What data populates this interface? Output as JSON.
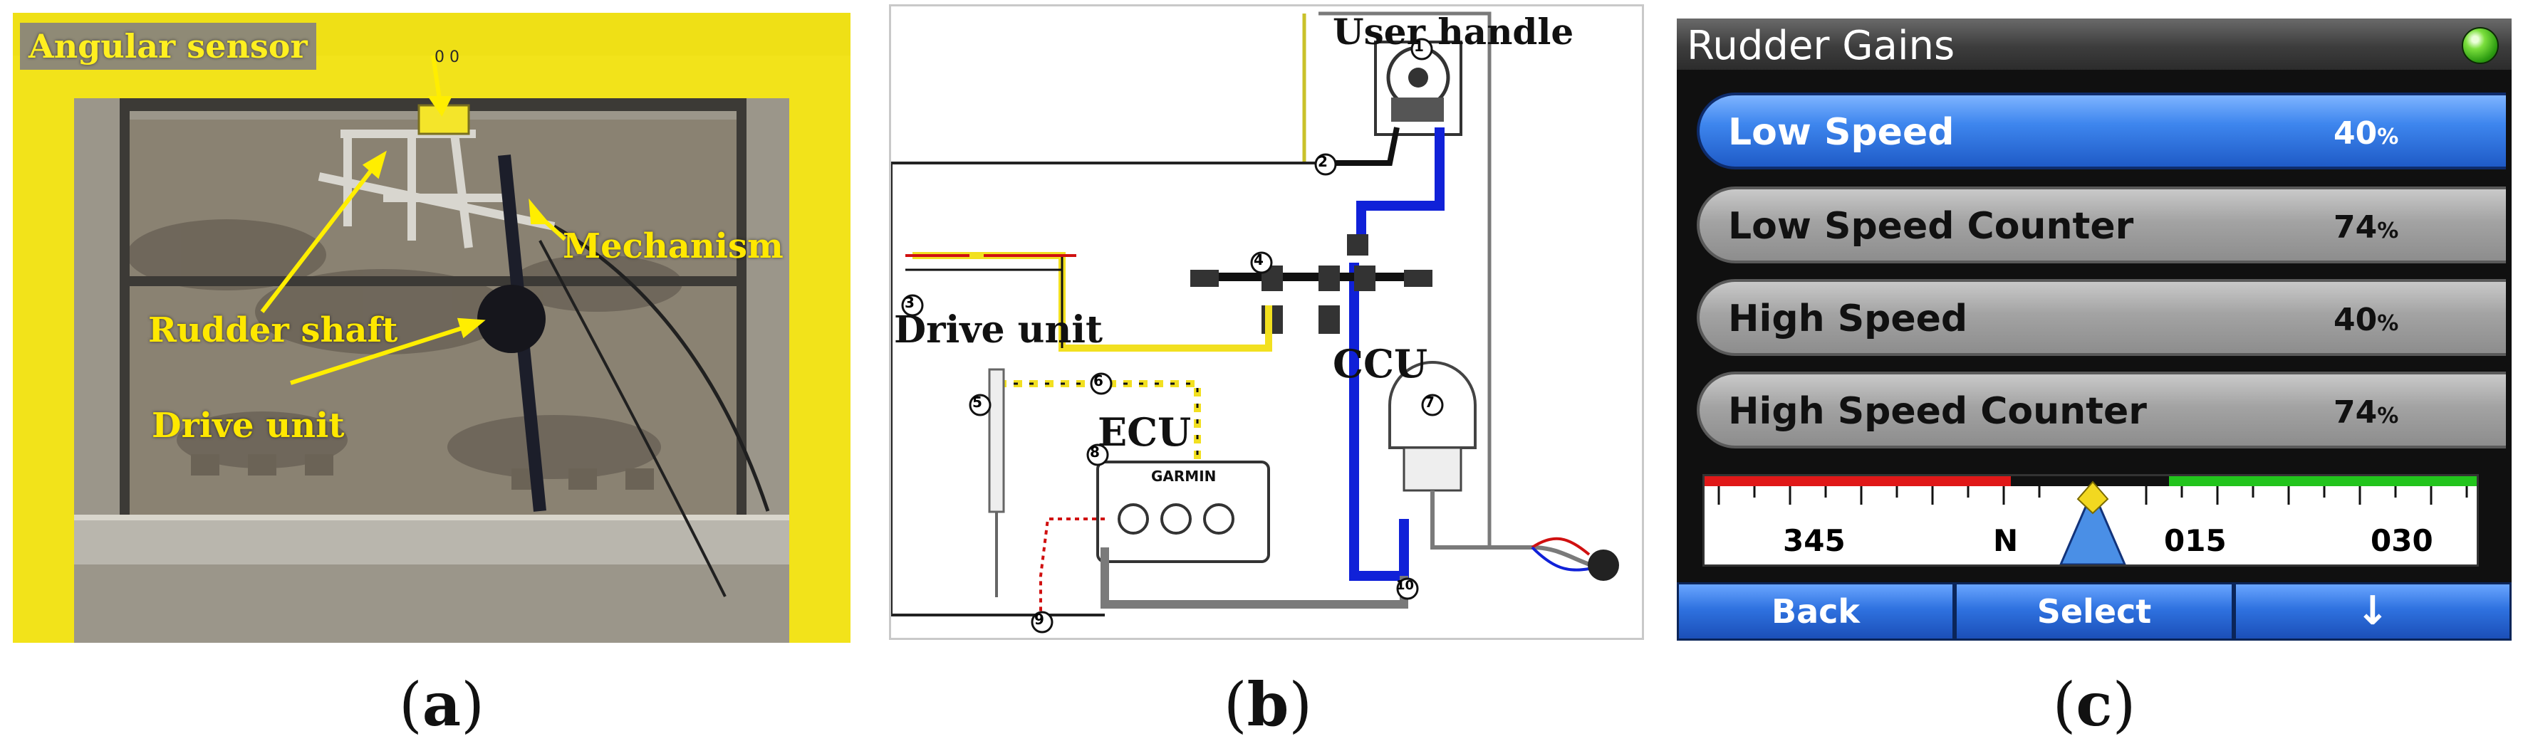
{
  "captions": {
    "a": "a",
    "b": "b",
    "c": "c"
  },
  "panel_a": {
    "labels": {
      "angular_sensor": "Angular sensor",
      "mechanism": "Mechanism",
      "rudder_shaft": "Rudder shaft",
      "drive_unit": "Drive unit"
    },
    "plate_text": "0 0"
  },
  "panel_b": {
    "labels": {
      "user_handle": "User handle",
      "drive_unit": "Drive unit",
      "ccu": "CCU",
      "ecu": "ECU",
      "garmin": "GARMIN"
    },
    "numbers": [
      "1",
      "2",
      "3",
      "4",
      "5",
      "6",
      "7",
      "8",
      "9",
      "10"
    ],
    "colors": {
      "yellow": "#f2e020",
      "blue": "#1021d8",
      "black": "#111111",
      "gray": "#7a7a7a",
      "red": "#d01010"
    }
  },
  "panel_c": {
    "title": "Rudder Gains",
    "status_color": "#49c61c",
    "items": [
      {
        "label": "Low Speed",
        "value": "40",
        "unit": "%",
        "selected": true
      },
      {
        "label": "Low Speed Counter",
        "value": "74",
        "unit": "%",
        "selected": false
      },
      {
        "label": "High Speed",
        "value": "40",
        "unit": "%",
        "selected": false
      },
      {
        "label": "High Speed Counter",
        "value": "74",
        "unit": "%",
        "selected": false
      }
    ],
    "compass": {
      "ticks": [
        "345",
        "N",
        "015",
        "030"
      ],
      "port_color": "#e01818",
      "starboard_color": "#22c41c"
    },
    "softkeys": {
      "back": "Back",
      "select": "Select",
      "down_icon": "↓"
    }
  }
}
